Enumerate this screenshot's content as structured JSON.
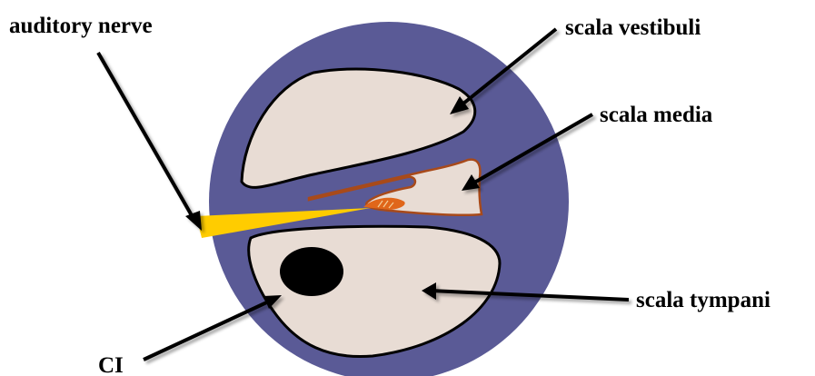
{
  "labels": {
    "auditory_nerve": "auditory nerve",
    "scala_vestibuli": "scala vestibuli",
    "scala_media": "scala media",
    "scala_tympani": "scala tympani",
    "ci": "CI"
  },
  "colors": {
    "outer_disc": "#5a5a96",
    "chamber_fill": "#e8dcd4",
    "chamber_outline": "#000000",
    "auditory_nerve": "#ffcc00",
    "organ_of_corti": "#e0661a",
    "scala_media_border": "#a84a1a",
    "implant": "#000000",
    "arrow": "#000000"
  }
}
